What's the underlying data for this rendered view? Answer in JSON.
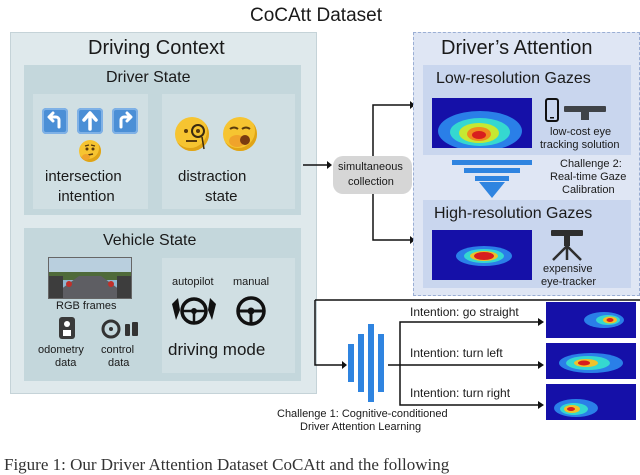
{
  "title": "CoCAtt Dataset",
  "caption_partial": "Figure 1: Our Driver Attention Dataset CoCAtt and the following",
  "left": {
    "heading": "Driving Context",
    "driver_state": {
      "heading": "Driver State",
      "intention_label_1": "intersection",
      "intention_label_2": "intention",
      "distraction_label_1": "distraction",
      "distraction_label_2": "state"
    },
    "vehicle_state": {
      "heading": "Vehicle State",
      "rgb_label": "RGB frames",
      "odometry_label_1": "odometry",
      "odometry_label_2": "data",
      "control_label_1": "control",
      "control_label_2": "data",
      "autopilot_label": "autopilot",
      "manual_label": "manual",
      "mode_label": "driving mode"
    }
  },
  "middle": {
    "sim_label_1": "simultaneous",
    "sim_label_2": "collection"
  },
  "right": {
    "heading": "Driver’s Attention",
    "low_res": {
      "heading": "Low-resolution Gazes",
      "device_label_1": "low-cost eye",
      "device_label_2": "tracking solution"
    },
    "challenge2_1": "Challenge 2:",
    "challenge2_2": "Real-time Gaze",
    "challenge2_3": "Calibration",
    "high_res": {
      "heading": "High-resolution Gazes",
      "device_label_1": "expensive",
      "device_label_2": "eye-tracker"
    }
  },
  "bottom": {
    "intentions": [
      "Intention: go straight",
      "Intention: turn left",
      "Intention: turn right"
    ],
    "challenge1_1": "Challenge 1: Cognitive-conditioned",
    "challenge1_2": "Driver Attention Learning"
  },
  "colors": {
    "left_bg": "#dfe9ec",
    "right_bg": "#dfe6f4",
    "accent_blue": "#2f84e0",
    "heatmap_bg": "#1510a8"
  }
}
